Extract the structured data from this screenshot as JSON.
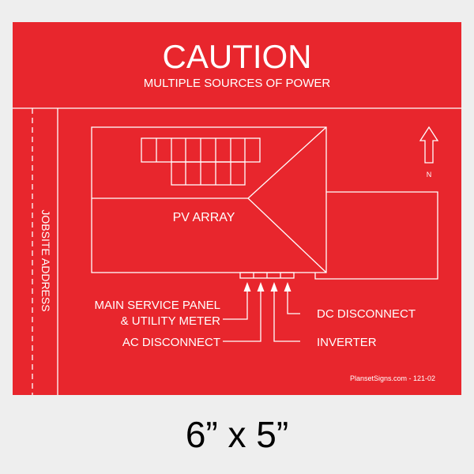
{
  "sign": {
    "title": "CAUTION",
    "subtitle": "MULTIPLE SOURCES OF POWER",
    "jobsite_label": "JOBSITE ADDRESS",
    "array_label": "PV ARRAY",
    "north_label": "N",
    "credit": "PlansetSigns.com  -   121-02",
    "labels": {
      "main_service_line1": "MAIN SERVICE PANEL",
      "main_service_line2": "& UTILITY METER",
      "ac_disconnect": "AC DISCONNECT",
      "dc_disconnect": "DC DISCONNECT",
      "inverter": "INVERTER"
    }
  },
  "size_caption": "6” x 5”",
  "colors": {
    "sign_background": "#e8262d",
    "sign_foreground": "#ffffff",
    "page_background": "#eeeeee",
    "caption": "#000000"
  },
  "icons": {
    "north_arrow": "north-arrow-icon",
    "equipment_arrows": "arrow-up-icon"
  }
}
